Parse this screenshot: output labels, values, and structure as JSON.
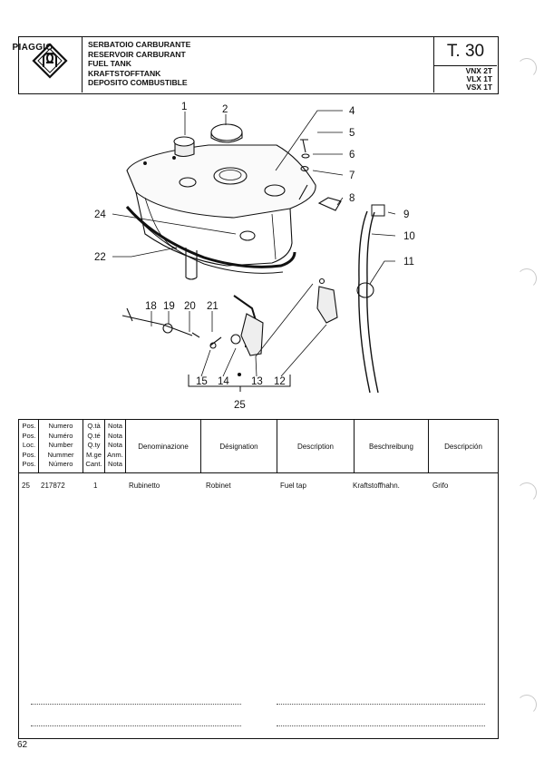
{
  "header": {
    "brand": "PIAGGIO",
    "title_lines": "SERBATOIO CARBURANTE\nRESERVOIR CARBURANT\nFUEL TANK\nKRAFTSTOFFTANK\nDEPOSITO COMBUSTIBLE",
    "table_code": "T. 30",
    "models": [
      "VNX 2T",
      "VLX 1T",
      "VSX 1T"
    ]
  },
  "diagram": {
    "callouts": [
      "1",
      "2",
      "4",
      "5",
      "6",
      "7",
      "8",
      "9",
      "10",
      "11",
      "24",
      "22",
      "18",
      "19",
      "20",
      "21",
      "15",
      "14",
      "13",
      "12",
      "25"
    ]
  },
  "parts_table": {
    "columns": {
      "pos": "Pos.\nPos.\nLoc.\nPos.\nPos.",
      "numero": "Numero\nNuméro\nNumber\nNummer\nNúmero",
      "qty": "Q.tà\nQ.té\nQ.ty\nM.ge\nCant.",
      "nota": "Nota\nNota\nNota\nAnm.\nNota",
      "it": "Denominazione",
      "fr": "Désignation",
      "en": "Description",
      "de": "Beschreibung",
      "es": "Descripción"
    },
    "rows": [
      {
        "pos": "25",
        "numero": "217872",
        "qty": "1",
        "nota": "",
        "it": "Rubinetto",
        "fr": "Robinet",
        "en": "Fuel tap",
        "de": "Kraftstoffhahn.",
        "es": "Grifo"
      }
    ]
  },
  "footer": {
    "page_number": "62"
  }
}
